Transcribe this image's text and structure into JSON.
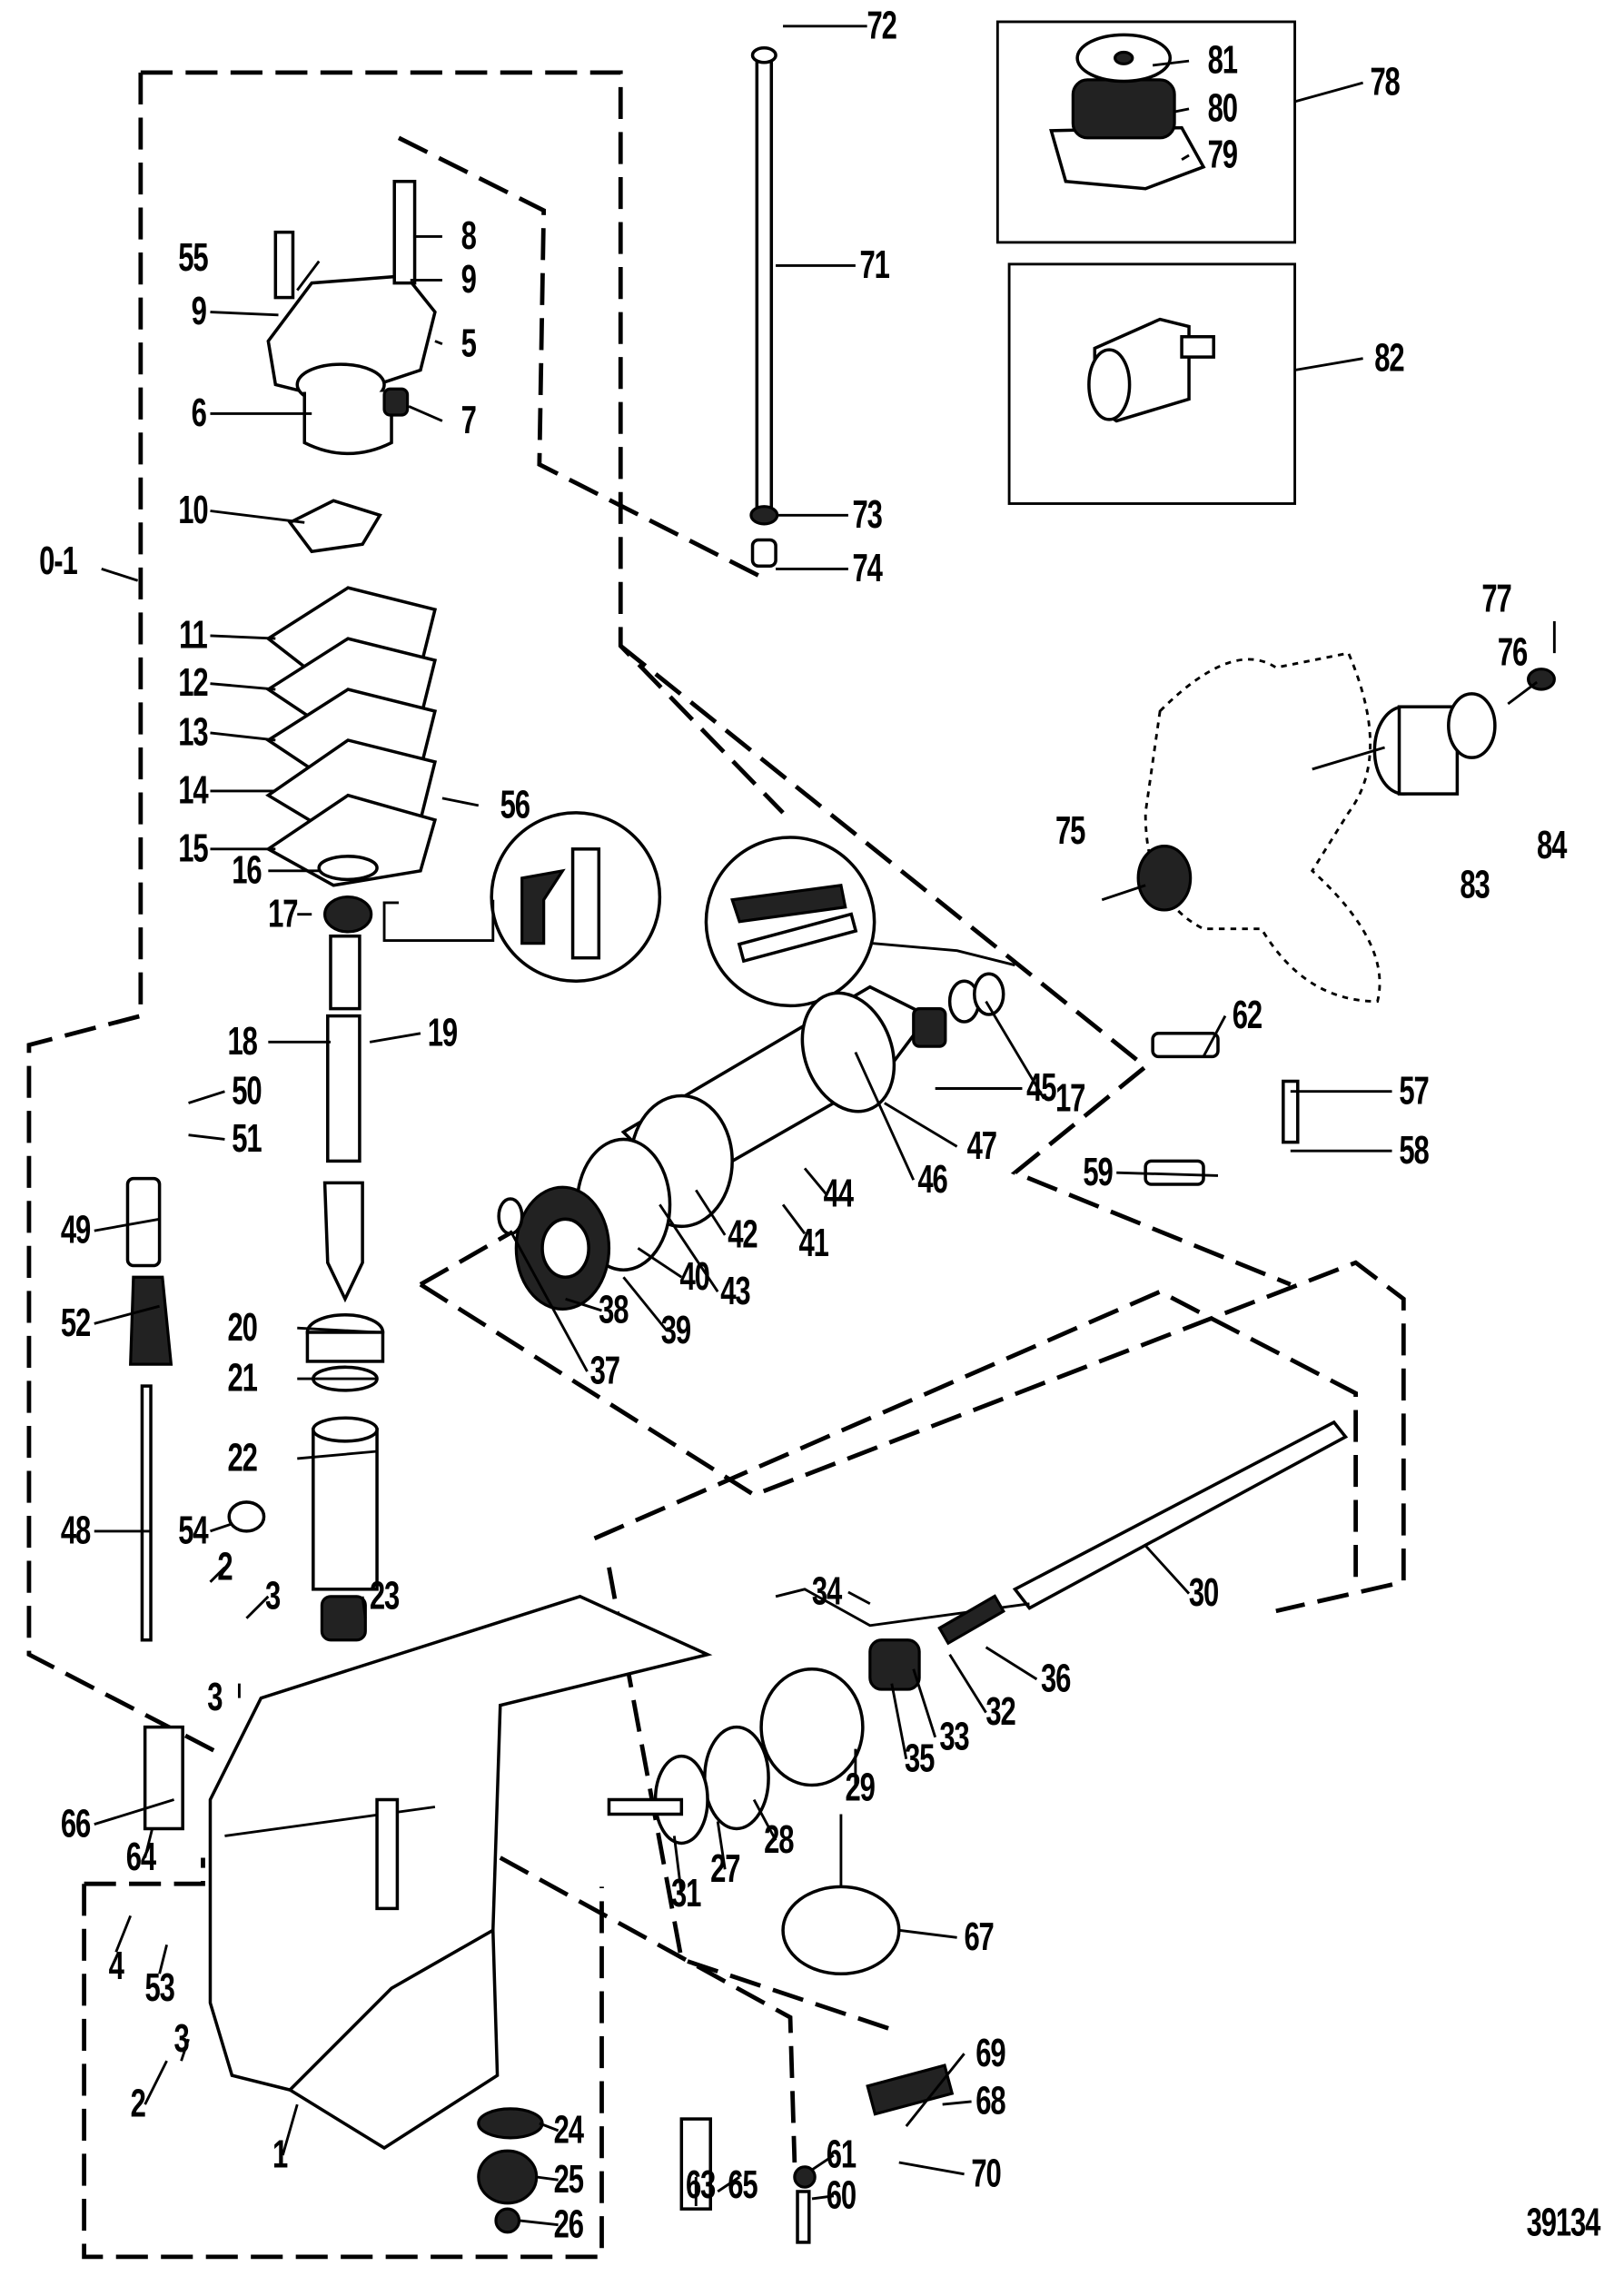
{
  "diagram": {
    "type": "exploded parts diagram",
    "figure_number": "39134",
    "callouts": [
      "72",
      "81",
      "80",
      "79",
      "78",
      "55",
      "8",
      "9",
      "9",
      "5",
      "71",
      "82",
      "6",
      "7",
      "10",
      "73",
      "74",
      "0-1",
      "77",
      "76",
      "11",
      "12",
      "13",
      "14",
      "15",
      "56",
      "16",
      "17",
      "75",
      "83",
      "84",
      "62",
      "18",
      "19",
      "45",
      "17",
      "50",
      "51",
      "57",
      "58",
      "47",
      "59",
      "46",
      "44",
      "41",
      "42",
      "43",
      "40",
      "49",
      "39",
      "38",
      "37",
      "52",
      "20",
      "21",
      "22",
      "48",
      "54",
      "2",
      "3",
      "23",
      "34",
      "30",
      "36",
      "32",
      "33",
      "35",
      "3",
      "29",
      "66",
      "64",
      "28",
      "27",
      "31",
      "4",
      "53",
      "67",
      "2",
      "3",
      "69",
      "68",
      "1",
      "24",
      "25",
      "26",
      "63",
      "65",
      "61",
      "60",
      "70"
    ]
  }
}
